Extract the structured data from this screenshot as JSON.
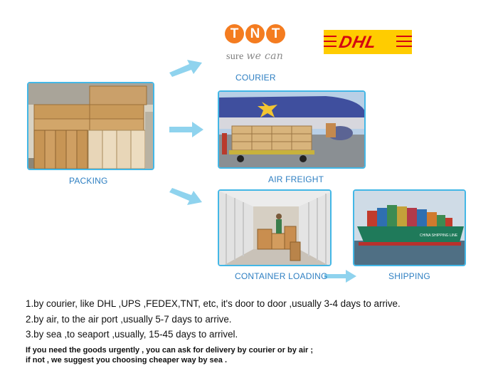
{
  "logos": {
    "tnt_letters": [
      "T",
      "N",
      "T"
    ],
    "tnt_slogan_prefix": "sure",
    "tnt_slogan_suffix": "we can",
    "dhl_text": "DHL"
  },
  "captions": {
    "courier": "COURIER",
    "packing": "PACKING",
    "air_freight": "AIR FREIGHT",
    "container_loading": "CONTAINER LOADING",
    "shipping": "SHIPPING"
  },
  "lines": [
    "1.by courier, like DHL ,UPS ,FEDEX,TNT, etc, it's door to door ,usually 3-4 days to arrive.",
    "2.by air, to the air port ,usually 5-7 days to arrive.",
    "3.by sea ,to seaport ,usually, 15-45 days to arrivel."
  ],
  "notes": [
    "If you need the goods urgently , you can ask for delivery by courier or by air ;",
    "if not , we suggest you choosing cheaper way by sea ."
  ],
  "ship_name": "CHINA SHIPPING LINE",
  "colors": {
    "frame_border": "#43b7e6",
    "caption": "#2e7fc2",
    "arrow": "#8fd3ee",
    "tnt_orange": "#f47c20",
    "dhl_yellow": "#ffcc00",
    "dhl_red": "#d40511"
  }
}
